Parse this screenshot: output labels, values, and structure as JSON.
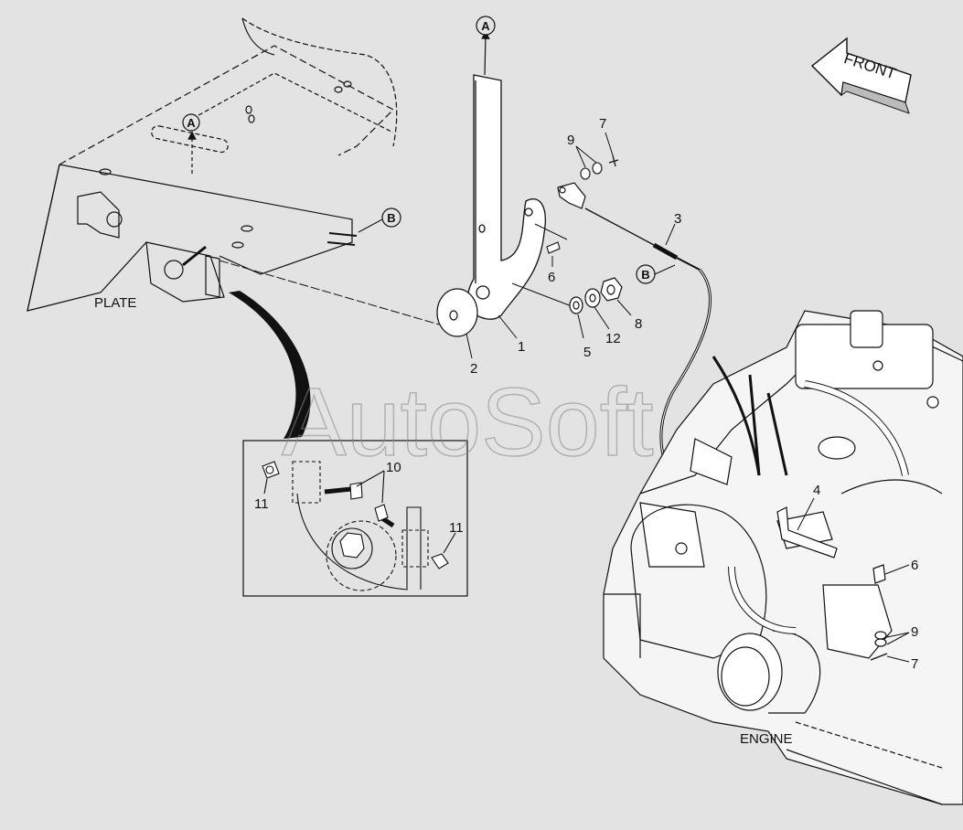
{
  "watermark": "AutoSoft",
  "front_label": "FRONT",
  "sections": {
    "plate": "PLATE",
    "engine": "ENGINE"
  },
  "refs": {
    "a": "A",
    "b": "B"
  },
  "callouts": {
    "c1": "1",
    "c2": "2",
    "c3": "3",
    "c4": "4",
    "c5": "5",
    "c6_top": "6",
    "c6_engine": "6",
    "c7_top": "7",
    "c7_engine": "7",
    "c8": "8",
    "c9_top": "9",
    "c9_engine": "9",
    "c10": "10",
    "c11_left": "11",
    "c11_right": "11",
    "c12": "12"
  }
}
